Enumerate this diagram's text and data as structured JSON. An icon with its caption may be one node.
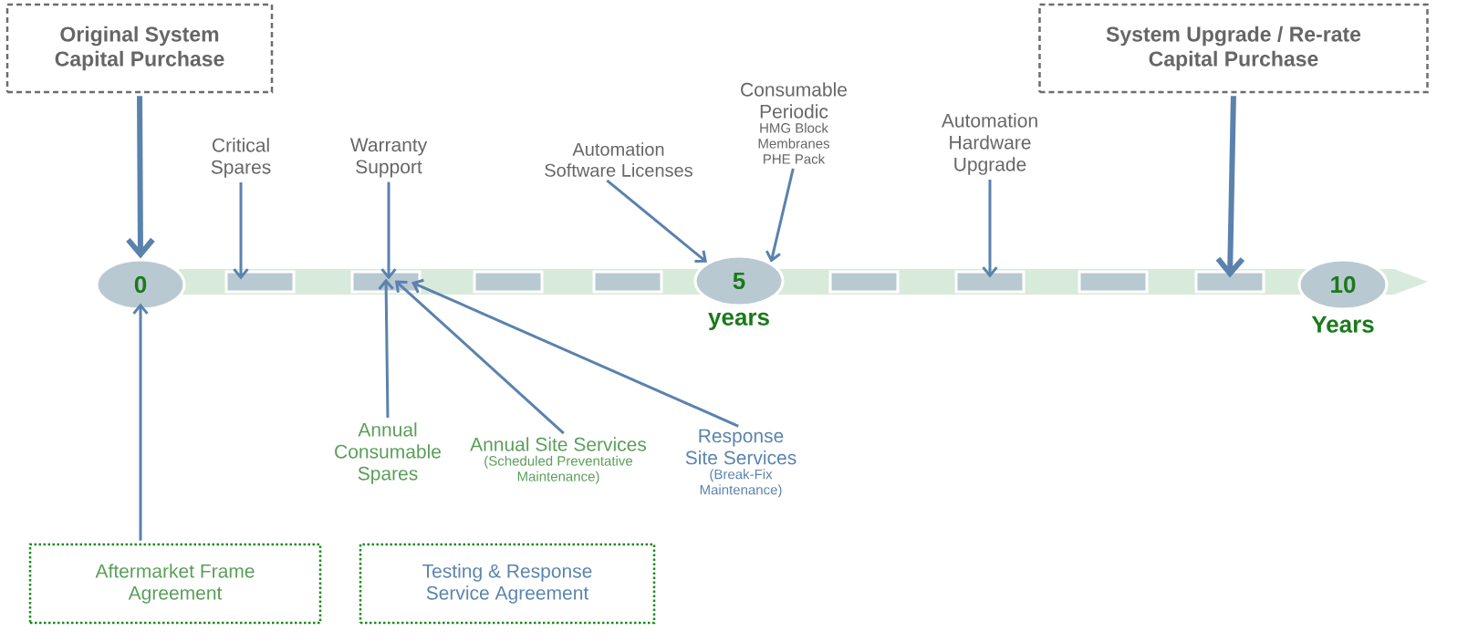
{
  "diagram": {
    "nodes": [
      {
        "text": [
          "Original System Capital Purchase"
        ]
      },
      {
        "text": [
          "System Upgrade / Re-rate Capital Purchase"
        ]
      },
      {
        "text": [
          "Critical Spares"
        ]
      },
      {
        "text": [
          "Warranty Support"
        ]
      },
      {
        "text": [
          "Automation Software Licenses"
        ]
      },
      {
        "text": [
          "Consumable Periodic",
          "HMG Block Membranes PHE Pack"
        ]
      },
      {
        "text": [
          "Automation Hardware Upgrade"
        ]
      },
      {
        "text": [
          "0"
        ]
      },
      {
        "text": [],
        "shape": "bar"
      },
      {
        "text": [],
        "shape": "bar"
      },
      {
        "text": [],
        "shape": "bar"
      },
      {
        "text": [],
        "shape": "bar"
      },
      {
        "text": [
          "5"
        ],
        "beside": [
          "years"
        ]
      },
      {
        "text": [],
        "shape": "bar"
      },
      {
        "text": [],
        "shape": "bar"
      },
      {
        "text": [],
        "shape": "bar"
      },
      {
        "text": [],
        "shape": "bar"
      },
      {
        "text": [
          "10"
        ],
        "beside": [
          "Years"
        ]
      },
      {
        "text": [
          "Annual Consumable Spares"
        ]
      },
      {
        "text": [
          "Annual Site Services",
          "(Scheduled Preventative Maintenance)"
        ]
      },
      {
        "text": [
          "Response Site Services",
          "(Break-Fix Maintenance)"
        ]
      },
      {
        "text": [
          "Aftermarket Frame Agreement"
        ]
      },
      {
        "text": [
          "Testing & Response Service Agreement"
        ]
      }
    ],
    "edges": [
      {
        "from": 0,
        "to": 7,
        "arrow": "to",
        "style": "thick"
      },
      {
        "from": 2,
        "to": 8,
        "arrow": "to"
      },
      {
        "from": 3,
        "to": 9,
        "arrow": "to"
      },
      {
        "from": 4,
        "to": 12,
        "arrow": "to"
      },
      {
        "from": 5,
        "to": 12,
        "arrow": "to"
      },
      {
        "from": 6,
        "to": 14,
        "arrow": "to"
      },
      {
        "from": 1,
        "to": 16,
        "arrow": "to",
        "style": "thick"
      },
      {
        "from": 21,
        "to": 7,
        "arrow": "to"
      },
      {
        "from": 18,
        "to": 9,
        "arrow": "to"
      },
      {
        "from": 19,
        "to": 9,
        "arrow": "to"
      },
      {
        "from": 20,
        "to": 9,
        "arrow": "to"
      }
    ]
  }
}
